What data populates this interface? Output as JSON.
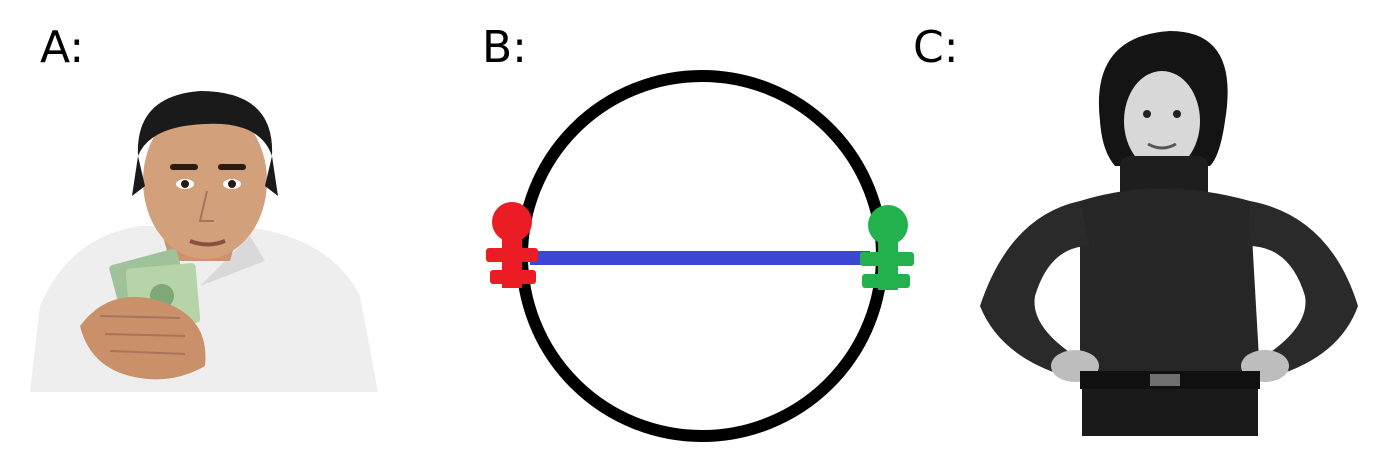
{
  "labels": {
    "a": "A:",
    "b": "B:",
    "c": "C:"
  },
  "colors": {
    "circle": "#000000",
    "bar": "#3b47d1",
    "figure_left": "#ec1c24",
    "figure_right": "#22b14c"
  }
}
